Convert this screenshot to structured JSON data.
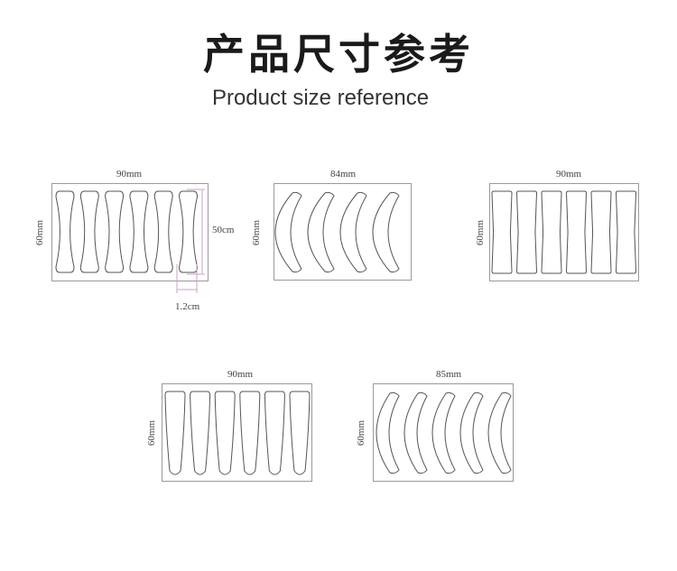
{
  "header": {
    "title": "产品尺寸参考",
    "subtitle": "Product size reference"
  },
  "panels": [
    {
      "id": "p1",
      "width_label": "90mm",
      "height_label": "60mm",
      "shape": "bone",
      "count": 6
    },
    {
      "id": "p2",
      "width_label": "84mm",
      "height_label": "60mm",
      "shape": "crescent",
      "count": 4
    },
    {
      "id": "p3",
      "width_label": "90mm",
      "height_label": "60mm",
      "shape": "rect-strip",
      "count": 6
    },
    {
      "id": "p4",
      "width_label": "90mm",
      "height_label": "60mm",
      "shape": "tapered",
      "count": 6
    },
    {
      "id": "p5",
      "width_label": "85mm",
      "height_label": "60mm",
      "shape": "crescent",
      "count": 5
    }
  ],
  "dimension_callouts": {
    "pad_height": "50cm",
    "pad_width": "1.2cm"
  }
}
